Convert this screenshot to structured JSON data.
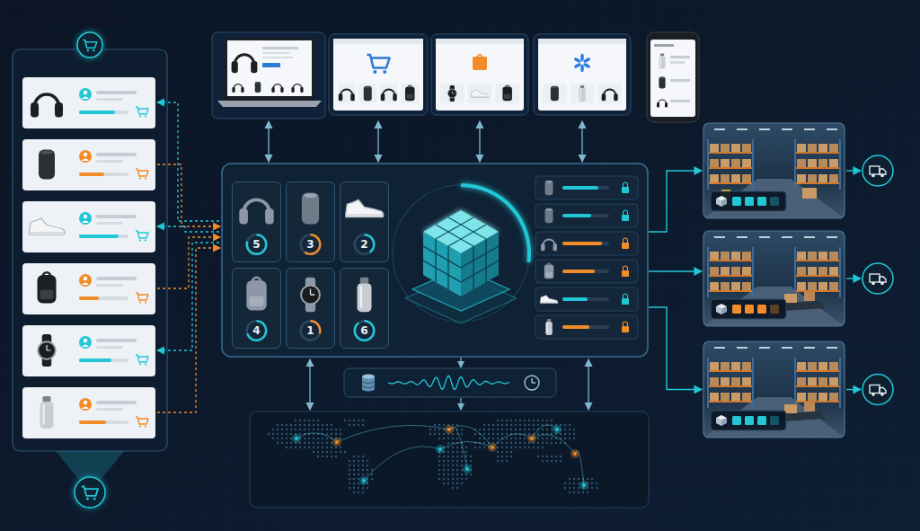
{
  "diagram": {
    "nodes": [
      {
        "text": [
          "5"
        ]
      },
      {
        "text": [
          "3"
        ]
      },
      {
        "text": [
          "2"
        ]
      },
      {
        "text": [
          "4"
        ]
      },
      {
        "text": [
          "1"
        ]
      },
      {
        "text": [
          "6"
        ]
      }
    ]
  }
}
